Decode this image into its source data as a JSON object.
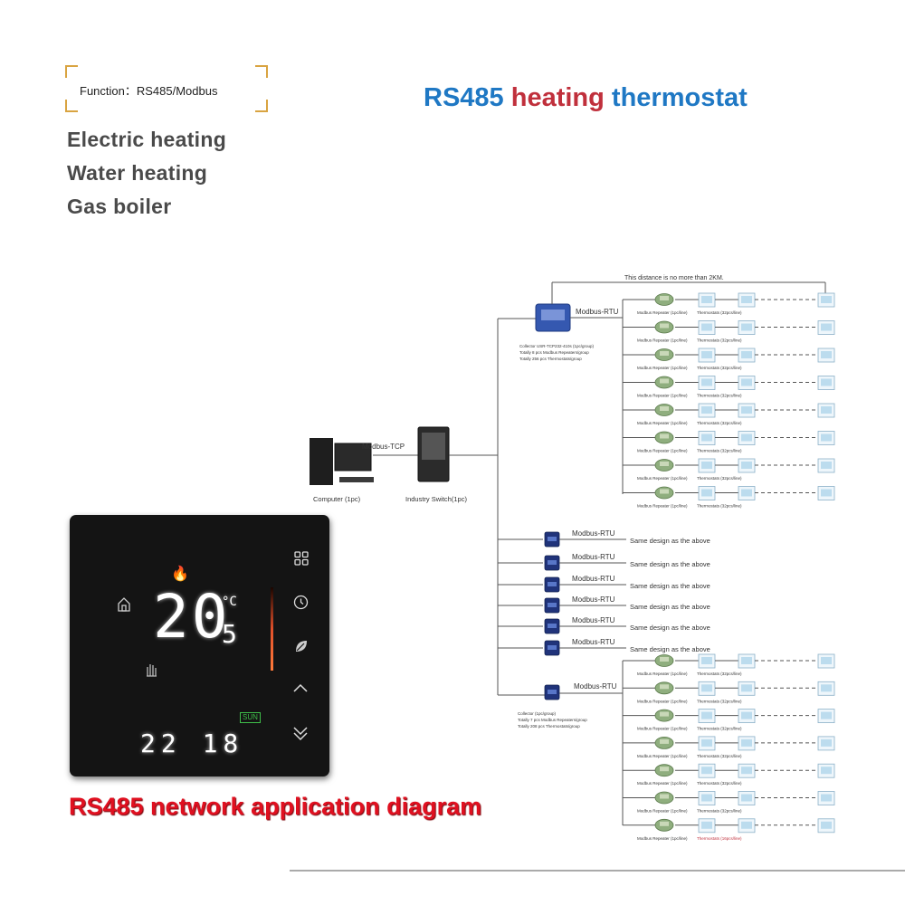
{
  "function_label": "Function：RS485/Modbus",
  "applications": [
    "Electric heating",
    "Water heating",
    "Gas boiler"
  ],
  "title": {
    "part1": "RS485",
    "part2": "heating",
    "part3": "thermostat"
  },
  "bottom_title": "RS485 network application diagram",
  "colors": {
    "blue": "#1f78c4",
    "red": "#c0303c",
    "bottom_red": "#e01020",
    "corner": "#d9a441"
  },
  "diagram": {
    "distance_note": "This distance is no more than 2KM.",
    "computer_label": "Computer (1pc)",
    "switch_label": "Industry Switch(1pc)",
    "tcp_label": "Modbus-TCP",
    "rtu_label": "Modbus-RTU",
    "collector_top_lines": [
      "Collector USR-TCP232-410s (1pc/group)",
      "Totally 8 pcs Modbus Repeaters/group",
      "Totally 256 pcs Thermostats/group"
    ],
    "collector_bottom_lines": [
      "Collector (1pc/group)",
      "Totally 7 pcs Modbus Repeaters/group",
      "Totally 208 pcs Thermostats/group"
    ],
    "repeater_label": "Modbus Repeater (1pc/line)",
    "thermostats_label": "Thermostats (32pcs/line)",
    "thermostats_label_last": "Thermostats (16pcs/line)",
    "same_design": "Same design as the above",
    "top_rows": 8,
    "bottom_rows": 7,
    "middle_groups": 6
  },
  "thermostat": {
    "temp_main": "20",
    "temp_decimal": "5",
    "unit": "°C",
    "time": "22 18",
    "sun_badge": "SUN",
    "icons": [
      "menu-icon",
      "clock-icon",
      "leaf-icon",
      "up-arrow-icon",
      "down-arrow-icon",
      "flame-icon",
      "house-icon",
      "hand-icon"
    ]
  }
}
